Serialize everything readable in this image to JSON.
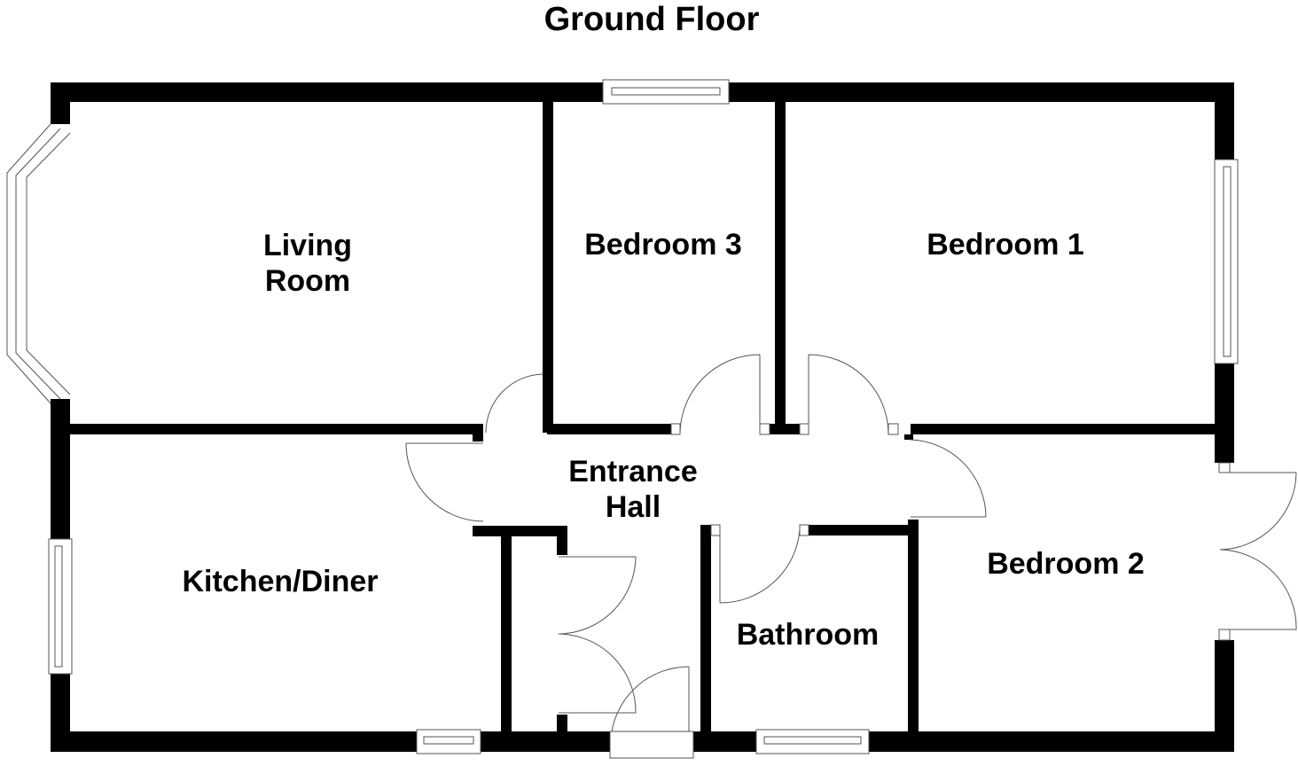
{
  "title": "Ground Floor",
  "rooms": {
    "living_room": [
      "Living",
      "Room"
    ],
    "bedroom_3": "Bedroom 3",
    "bedroom_1": "Bedroom 1",
    "entrance_hall": [
      "Entrance",
      "Hall"
    ],
    "kitchen_diner": "Kitchen/Diner",
    "bathroom": "Bathroom",
    "bedroom_2": "Bedroom 2"
  },
  "colors": {
    "wall": "#000000",
    "fixture": "#555555",
    "background": "#ffffff"
  }
}
